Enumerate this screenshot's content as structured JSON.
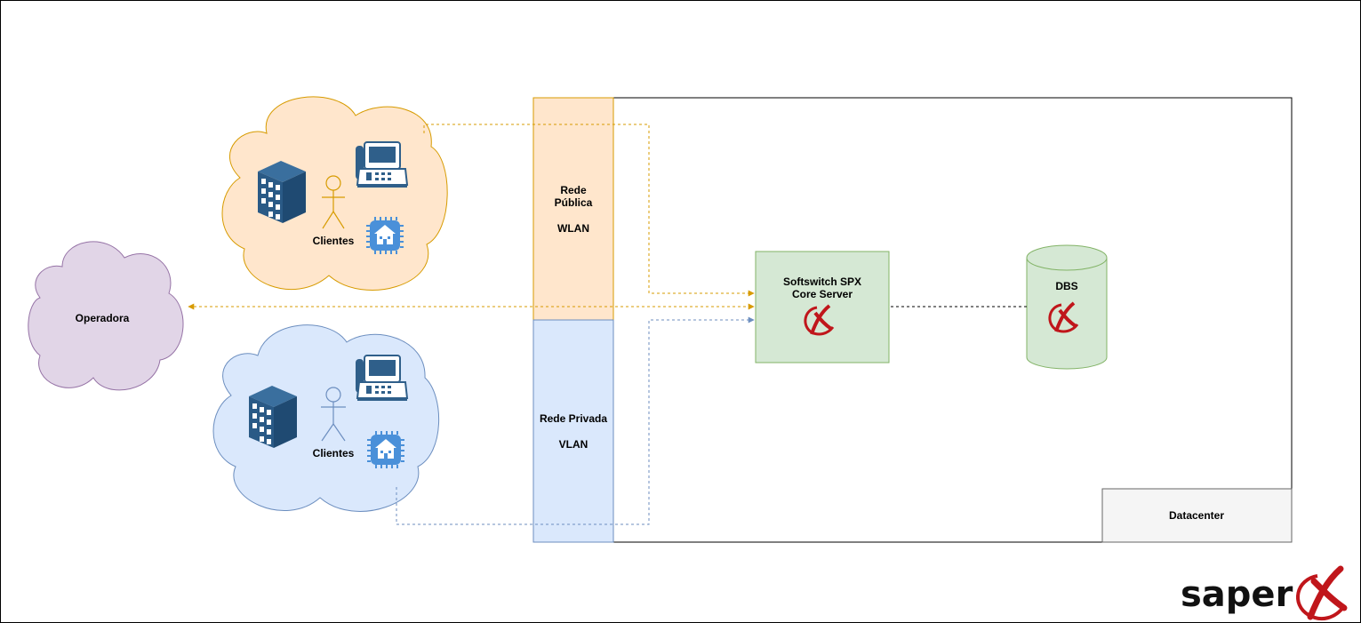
{
  "labels": {
    "operadora": "Operadora",
    "clientes_top": "Clientes",
    "clientes_bottom": "Clientes",
    "rede_publica_1": "Rede",
    "rede_publica_2": "Pública",
    "wlan": "WLAN",
    "rede_privada": "Rede Privada",
    "vlan": "VLAN",
    "softswitch_1": "Softswitch SPX",
    "softswitch_2": "Core Server",
    "dbs": "DBS",
    "datacenter": "Datacenter"
  },
  "logo": {
    "text": "saper",
    "brand_color": "#c0161b"
  },
  "colors": {
    "orange_cloud_fill": "#ffe6cc",
    "orange_cloud_stroke": "#d79b00",
    "blue_cloud_fill": "#dae8fc",
    "blue_cloud_stroke": "#6c8ebf",
    "purple_cloud_fill": "#e1d5e7",
    "purple_cloud_stroke": "#9673a6",
    "green_fill": "#d5e8d4",
    "green_stroke": "#82b366",
    "datacenter_fill": "#f5f5f5",
    "public_line": "#d79b00",
    "private_line": "#6c8ebf",
    "icon_blue": "#2f5f8a",
    "chip_blue": "#4a90d9"
  },
  "icons": [
    "building-icon",
    "person-icon",
    "ip-phone-icon",
    "smart-home-chip-icon",
    "saperx-x-icon"
  ]
}
